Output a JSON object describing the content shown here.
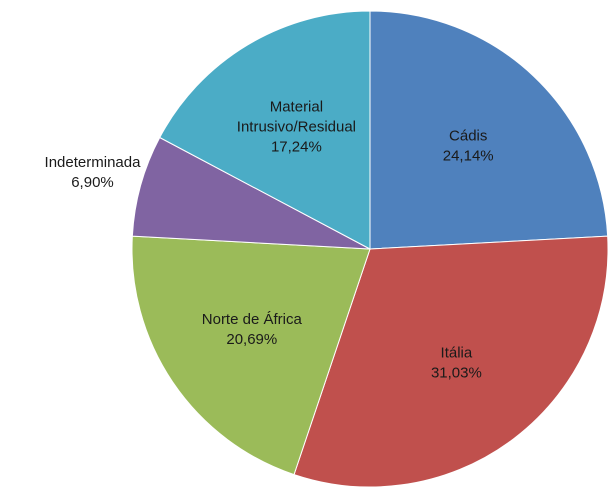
{
  "chart_data": {
    "type": "pie",
    "title": "",
    "start_angle_deg": 0,
    "direction": "clockwise",
    "legend": "none",
    "slices": [
      {
        "label": "Cádis",
        "value": 24.14,
        "value_label": "24,14%",
        "color": "#4f81bd",
        "label_position": "inside"
      },
      {
        "label": "Itália",
        "value": 31.03,
        "value_label": "31,03%",
        "color": "#c0504d",
        "label_position": "inside"
      },
      {
        "label": "Norte de África",
        "value": 20.69,
        "value_label": "20,69%",
        "color": "#9bbb59",
        "label_position": "inside"
      },
      {
        "label": "Indeterminada",
        "value": 6.9,
        "value_label": "6,90%",
        "color": "#8064a2",
        "label_position": "outside"
      },
      {
        "label": "Material Intrusivo/Residual",
        "label_lines": [
          "Material",
          "Intrusivo/Residual"
        ],
        "value": 17.24,
        "value_label": "17,24%",
        "color": "#4bacc6",
        "label_position": "inside"
      }
    ]
  }
}
